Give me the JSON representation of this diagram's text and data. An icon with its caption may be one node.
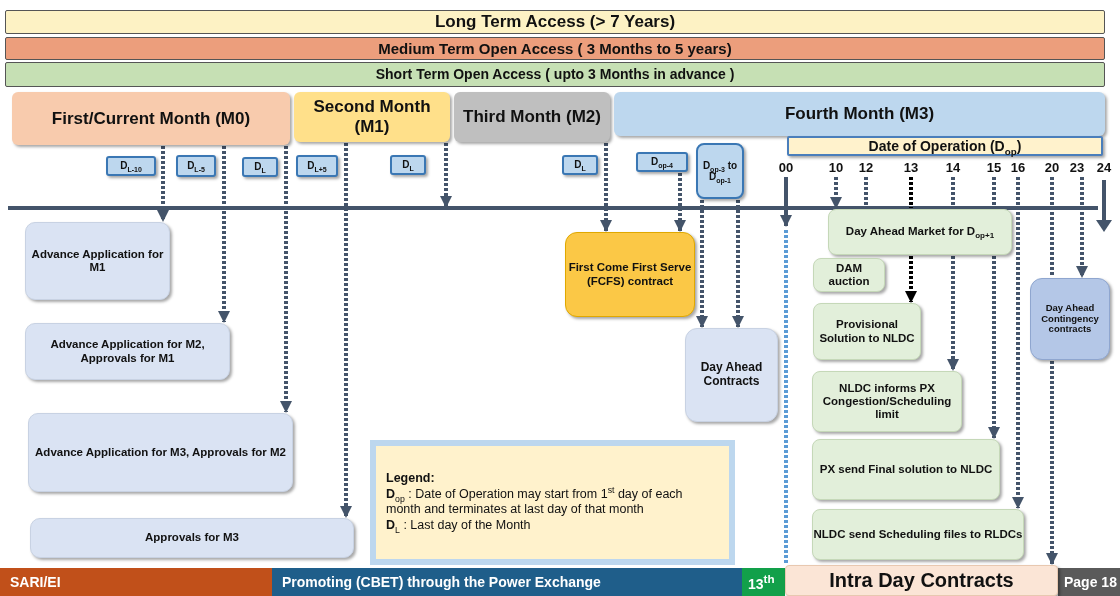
{
  "diagram": {
    "nodes": [
      {
        "text": [
          "Long Term Access (> 7 Years)"
        ]
      },
      {
        "text": [
          "Medium Term Open Access ( 3 Months to 5 years)"
        ]
      },
      {
        "text": [
          "Short Term Open Access ( upto 3 Months in advance )"
        ]
      },
      {
        "text": [
          "First/Current Month (M0)"
        ]
      },
      {
        "text": [
          "Second Month (M1)"
        ]
      },
      {
        "text": [
          "Third Month (M2)"
        ]
      },
      {
        "text": [
          "Fourth Month (M3)"
        ]
      },
      {
        "text": [
          "Date of Operation (D$_{op}$)"
        ]
      },
      {
        "text": [
          "D$_{L-10}$"
        ]
      },
      {
        "text": [
          "D$_{L-5}$"
        ]
      },
      {
        "text": [
          "D$_{L}$"
        ]
      },
      {
        "text": [
          "D$_{L+5}$"
        ]
      },
      {
        "text": [
          "D$_{L}$"
        ]
      },
      {
        "text": [
          "D$_{L}$"
        ]
      },
      {
        "text": [
          "D$_{op-4}$"
        ]
      },
      {
        "text": [
          "D$_{op-3}$ to D$_{op-1}$"
        ]
      },
      {
        "text": [
          "Advance Application for M1"
        ]
      },
      {
        "text": [
          "Advance Application for M2, Approvals for M1"
        ]
      },
      {
        "text": [
          "Advance Application for M3, Approvals for M2"
        ]
      },
      {
        "text": [
          "Approvals for M3"
        ]
      },
      {
        "text": [
          "First Come First Serve (FCFS) contract"
        ]
      },
      {
        "text": [
          "Day Ahead Contracts"
        ]
      },
      {
        "text": [
          "Day Ahead Market for D$_{op+1}$"
        ]
      },
      {
        "text": [
          "DAM auction"
        ]
      },
      {
        "text": [
          "Provisional Solution to NLDC"
        ]
      },
      {
        "text": [
          "NLDC informs PX Congestion/Scheduling limit"
        ]
      },
      {
        "text": [
          "PX send Final solution to NLDC"
        ]
      },
      {
        "text": [
          "NLDC send Scheduling files to RLDCs"
        ]
      },
      {
        "text": [
          "Day Ahead Contingency contracts"
        ]
      },
      {
        "text": [
          "Intra Day Contracts"
        ]
      },
      {
        "text": [
          "Legend:",
          "**D**$_{op}$ : Date of Operation may start from 1$^{st}$ day of each month and terminates at last day of that month",
          "**D**$_{L}$ : Last day of the Month"
        ]
      },
      {
        "text": [
          "00"
        ]
      },
      {
        "text": [
          "10"
        ]
      },
      {
        "text": [
          "12"
        ]
      },
      {
        "text": [
          "13"
        ]
      },
      {
        "text": [
          "14"
        ]
      },
      {
        "text": [
          "15"
        ]
      },
      {
        "text": [
          "16"
        ]
      },
      {
        "text": [
          "20"
        ]
      },
      {
        "text": [
          "23"
        ]
      },
      {
        "text": [
          "24"
        ]
      }
    ],
    "edges": [
      {
        "from": 3,
        "to": 16,
        "arrow": "to",
        "style": "dashed"
      },
      {
        "from": 3,
        "to": 17,
        "arrow": "to",
        "style": "dashed"
      },
      {
        "from": 3,
        "to": 18,
        "arrow": "to",
        "style": "dashed"
      },
      {
        "from": 4,
        "to": 19,
        "arrow": "to",
        "style": "dashed"
      },
      {
        "from": 4,
        "to": null,
        "arrow": "to",
        "style": "dashed"
      },
      {
        "from": 5,
        "to": 20,
        "arrow": "to",
        "style": "dashed"
      },
      {
        "from": 14,
        "to": 20,
        "arrow": "to",
        "style": "dashed"
      },
      {
        "from": 15,
        "to": 21,
        "arrow": "to",
        "style": "dashed"
      },
      {
        "from": 15,
        "to": 21,
        "arrow": "to",
        "style": "dashed"
      },
      {
        "from": 31,
        "to": null,
        "arrow": "to"
      },
      {
        "from": 32,
        "to": 22,
        "arrow": "to",
        "style": "dashed"
      },
      {
        "from": 33,
        "to": 22,
        "arrow": "none",
        "style": "dashed"
      },
      {
        "from": 34,
        "to": 22,
        "arrow": "none",
        "style": "dashed",
        "color": "#000000"
      },
      {
        "from": 22,
        "to": 24,
        "arrow": "to",
        "style": "dashed",
        "color": "#000000"
      },
      {
        "from": 35,
        "to": 22,
        "arrow": "none",
        "style": "dashed"
      },
      {
        "from": 22,
        "to": 25,
        "arrow": "to",
        "style": "dashed"
      },
      {
        "from": 36,
        "to": 22,
        "arrow": "none",
        "style": "dashed"
      },
      {
        "from": 22,
        "to": 26,
        "arrow": "to",
        "style": "dashed"
      },
      {
        "from": 37,
        "to": 27,
        "arrow": "to",
        "style": "dashed"
      },
      {
        "from": 38,
        "to": 28,
        "arrow": "none",
        "style": "dashed"
      },
      {
        "from": 28,
        "to": 29,
        "arrow": "to",
        "style": "dashed"
      },
      {
        "from": 39,
        "to": 28,
        "arrow": "to",
        "style": "dashed"
      },
      {
        "from": null,
        "to": 29,
        "arrow": "none",
        "style": "dashed",
        "color": "#5b9bd5"
      }
    ],
    "labels": [
      "SARI/EI",
      "Promoting (CBET) through the Power Exchange",
      "13$^{th}$",
      "Page 18"
    ]
  }
}
